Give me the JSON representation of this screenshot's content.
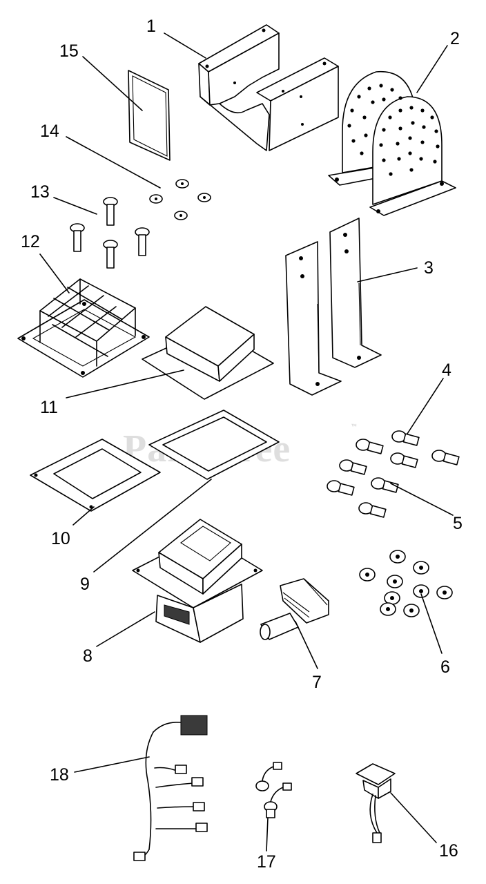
{
  "watermark": {
    "text": "PartsTree",
    "trademark": "™"
  },
  "callouts": {
    "c1": "1",
    "c2": "2",
    "c3": "3",
    "c4": "4",
    "c5": "5",
    "c6": "6",
    "c7": "7",
    "c8": "8",
    "c9": "9",
    "c10": "10",
    "c11": "11",
    "c12": "12",
    "c13": "13",
    "c14": "14",
    "c15": "15",
    "c16": "16",
    "c17": "17",
    "c18": "18"
  }
}
